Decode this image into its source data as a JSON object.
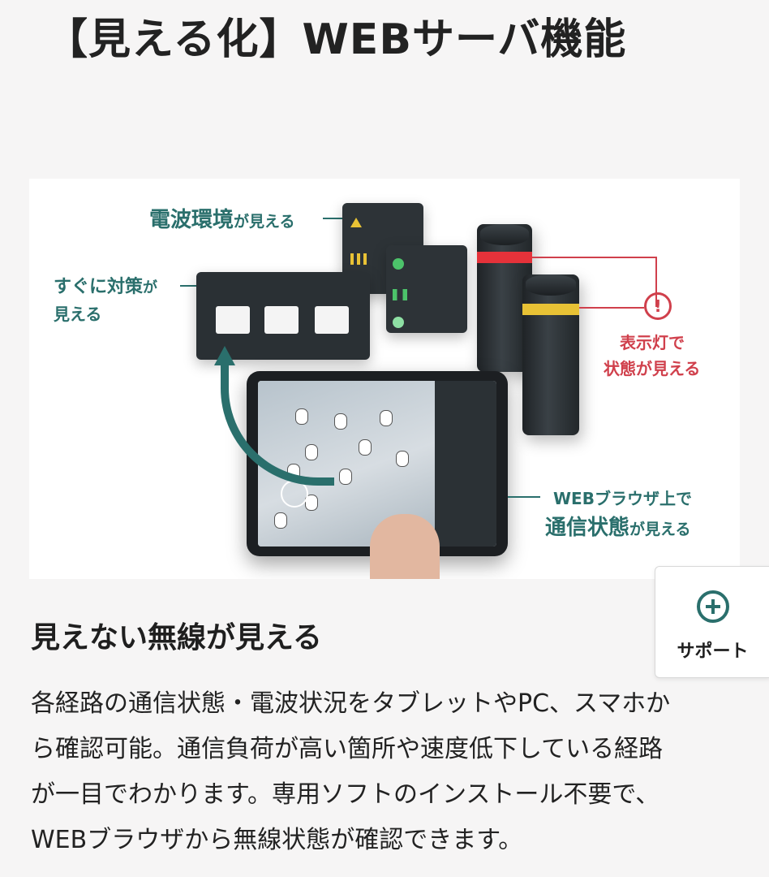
{
  "page": {
    "title": "【見える化】WEBサーバ機能"
  },
  "hero": {
    "callouts": {
      "radio_main": "電波環境",
      "radio_suffix": "が見える",
      "measure_line1_main": "すぐに対策",
      "measure_line1_suffix": "が",
      "measure_line2": "見える",
      "indicator_line1": "表示灯で",
      "indicator_line2": "状態が見える",
      "browser_line1": "WEBブラウザ上で",
      "browser_line2_main": "通信状態",
      "browser_line2_suffix": "が見える"
    },
    "colors": {
      "teal": "#2a6f6c",
      "red": "#d0404c",
      "yellow": "#e8c235"
    }
  },
  "support_button": {
    "icon": "plus-circle-icon",
    "label": "サポート"
  },
  "section": {
    "heading": "見えない無線が見える",
    "body_lines": [
      "各経路の通信状態・電波状況をタブレットやPC、スマホか",
      "ら確認可能。通信負荷が高い箇所や速度低下している経路",
      "が一目でわかります。専用ソフトのインストール不要で、",
      "WEBブラウザから無線状態が確認できます。"
    ]
  }
}
